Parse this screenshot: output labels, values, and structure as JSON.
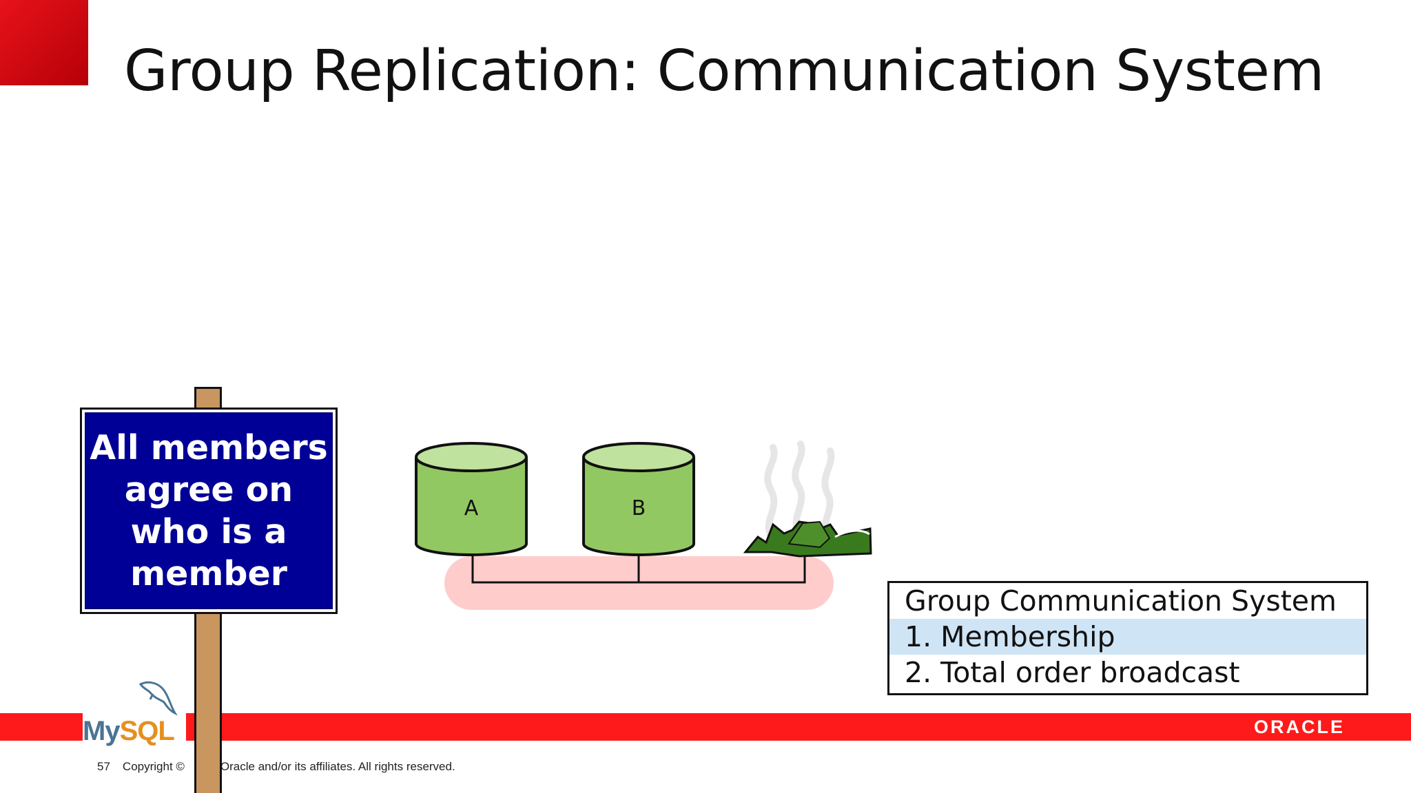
{
  "slide": {
    "title": "Group Replication: Communication System"
  },
  "sign": {
    "lines": [
      "All members",
      "agree on",
      "who is a",
      "member"
    ]
  },
  "diagram": {
    "nodes": [
      {
        "label": "A",
        "status": "online"
      },
      {
        "label": "B",
        "status": "online"
      },
      {
        "label": "",
        "status": "crashed"
      }
    ],
    "colors": {
      "node_top": "#bfe29e",
      "node_body": "#92c862",
      "network": "#ffcccc",
      "crashed": "#3a7a1e"
    }
  },
  "legend": {
    "title": "Group Communication System",
    "items": [
      "1. Membership",
      "2. Total order broadcast"
    ],
    "highlight_index": 0,
    "highlight_color": "#cfe4f5"
  },
  "footer": {
    "page_number": "57",
    "copyright_prefix": "Copyright ©",
    "copyright_suffix": "Oracle and/or its affiliates. All rights reserved."
  },
  "branding": {
    "mysql_my": "My",
    "mysql_sql": "SQL",
    "oracle": "ORACLE",
    "accent_red": "#fe1a1a"
  }
}
